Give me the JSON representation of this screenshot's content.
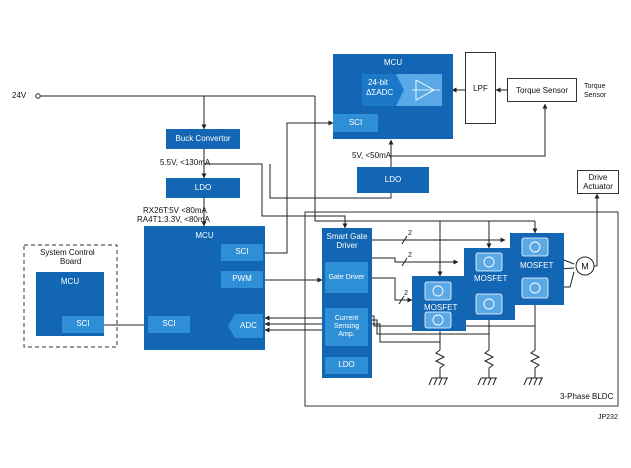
{
  "power": {
    "input_label": "24V",
    "buck_label": "Buck Convertor",
    "buck_out_label": "5.5V, <130mA",
    "ldo_main_label": "LDO",
    "ldo_out_line1": "RX26T:5V <80mA",
    "ldo_out_line2": "RA4T1:3.3V, <80mA",
    "ldo_top_label": "LDO",
    "ldo_top_out_label": "5V, <50mA"
  },
  "top_mcu": {
    "title": "MCU",
    "adc_line1": "24-bit",
    "adc_line2": "ΔΣADC",
    "sci_label": "SCI"
  },
  "sensing": {
    "lpf_label": "LPF",
    "torque_box_label": "Torque Sensor",
    "torque_side_line1": "Torque",
    "torque_side_line2": "Sensor"
  },
  "main_mcu": {
    "title": "MCU",
    "sci_right_label": "SCI",
    "pwm_label": "PWM",
    "adc_label": "ADC",
    "sci_left_label": "SCI"
  },
  "system_board": {
    "title_line1": "System Control",
    "title_line2": "Board",
    "mcu_label": "MCU",
    "sci_label": "SCI"
  },
  "gate_driver": {
    "title_line1": "Smart Gate",
    "title_line2": "Driver",
    "gate_driver_label": "Gate Driver",
    "current_line1": "Current",
    "current_line2": "Sensing",
    "current_line3": "Amp.",
    "ldo_label": "LDO"
  },
  "bldc": {
    "mosfet_label": "MOSFET",
    "bus_width": "2",
    "motor_label": "M",
    "actuator_line1": "Drive",
    "actuator_line2": "Actuator",
    "region_label": "3-Phase BLDC"
  },
  "doc_id": "JP232",
  "colors": {
    "dark_blue": "#1266b3",
    "mid_blue": "#2f8fd6",
    "light_blue": "#5aa9e6",
    "line": "#222222"
  }
}
